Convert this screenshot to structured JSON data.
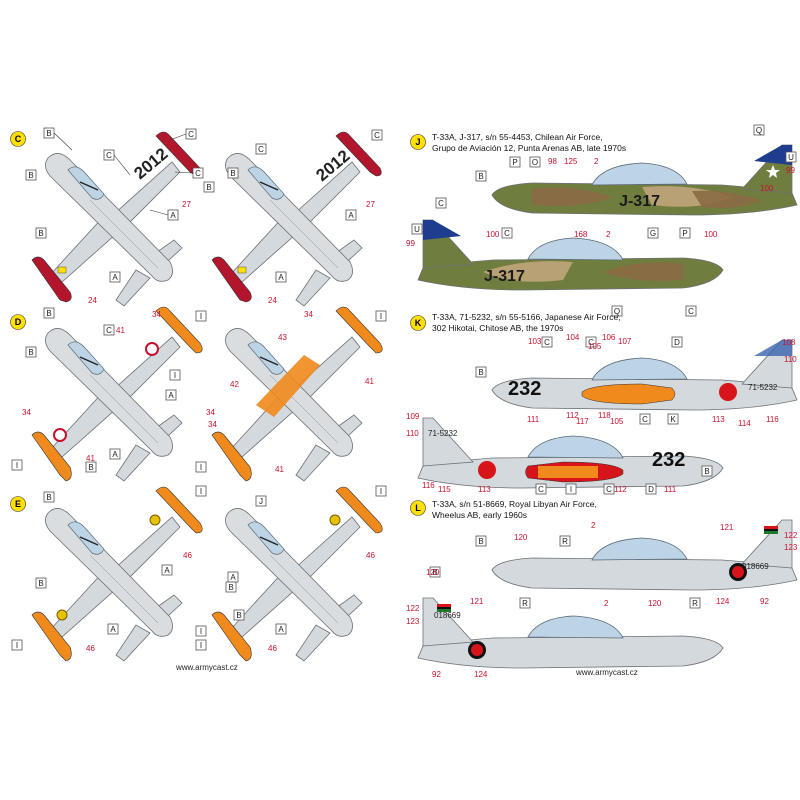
{
  "sheet": {
    "website_left": "www.armycast.cz",
    "website_right": "www.armycast.cz"
  },
  "schemes": {
    "C": {
      "letter": "C",
      "code": "2012",
      "callouts": [
        "B",
        "C",
        "C",
        "C",
        "B",
        "A",
        "A",
        "B",
        "B",
        "C",
        "C",
        "A",
        "A",
        "B"
      ],
      "numbers": [
        "27",
        "27",
        "24",
        "24"
      ]
    },
    "D": {
      "letter": "D",
      "callouts": [
        "B",
        "C",
        "I",
        "I",
        "A",
        "A",
        "I",
        "I",
        "B",
        "I",
        "B"
      ],
      "numbers": [
        "34",
        "41",
        "41",
        "34",
        "34",
        "43",
        "42",
        "34",
        "34",
        "41",
        "41"
      ]
    },
    "E": {
      "letter": "E",
      "callouts": [
        "B",
        "A",
        "A",
        "B",
        "I",
        "I",
        "J",
        "A",
        "A",
        "B",
        "I",
        "I",
        "I",
        "B"
      ],
      "numbers": [
        "46",
        "46",
        "46",
        "46"
      ]
    },
    "J": {
      "letter": "J",
      "caption_line1": "T-33A, J-317, s/n 55-4453, Chilean Air Force,",
      "caption_line2": "Grupo de Aviación 12, Punta Arenas AB, late 1970s",
      "code": "J-317",
      "callouts": [
        "B",
        "P",
        "O",
        "Q",
        "U",
        "U",
        "C",
        "G",
        "P",
        "C",
        "Q",
        "C"
      ],
      "numbers": [
        "98",
        "125",
        "2",
        "99",
        "100",
        "100",
        "99",
        "100",
        "168",
        "2"
      ]
    },
    "K": {
      "letter": "K",
      "caption_line1": "T-33A, 71-5232, s/n 55-5166, Japanese Air Force,",
      "caption_line2": "302 Hikotai, Chitose AB, the 1970s",
      "code": "232",
      "serial": "71-5232",
      "callouts": [
        "C",
        "C",
        "D",
        "B",
        "C",
        "K",
        "C",
        "I",
        "C",
        "D",
        "B"
      ],
      "numbers": [
        "103",
        "104",
        "106",
        "107",
        "108",
        "110",
        "105",
        "111",
        "112",
        "117",
        "118",
        "113",
        "114",
        "116",
        "109",
        "110",
        "116",
        "115",
        "113",
        "105",
        "112",
        "111"
      ]
    },
    "L": {
      "letter": "L",
      "caption_line1": "T-33A, s/n 51-8669, Royal Libyan Air Force,",
      "caption_line2": "Wheelus AB, early 1960s",
      "serial": "018669",
      "callouts": [
        "B",
        "R",
        "B",
        "R",
        "R"
      ],
      "numbers": [
        "2",
        "121",
        "122",
        "123",
        "124",
        "92",
        "120",
        "121",
        "122",
        "123",
        "124",
        "92",
        "120",
        "2",
        "120"
      ]
    }
  },
  "colors": {
    "silver": "#d4d9dd",
    "canopy": "#bcd4e6",
    "red_tank": "#b3162c",
    "orange_tank": "#f08a1c",
    "chile_green": "#6f7e3f",
    "chile_brown": "#8a6a45",
    "chile_tan": "#c0a57a",
    "chile_blue": "#1f3d8f",
    "marker_yellow": "#ffe000",
    "hinomaru": "#d7141a",
    "callout_red": "#c8102e"
  }
}
